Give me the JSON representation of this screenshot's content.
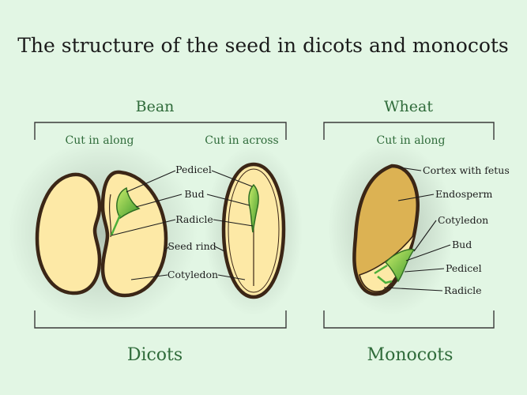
{
  "title": "The structure of the seed in dicots and monocots",
  "bean": {
    "heading": "Bean",
    "cut_along": "Cut in along",
    "cut_across": "Cut in across",
    "labels": {
      "pedicel": "Pedicel",
      "bud": "Bud",
      "radicle": "Radicle",
      "seed_rind": "Seed rind",
      "cotyledon": "Cotyledon"
    },
    "footer": "Dicots"
  },
  "wheat": {
    "heading": "Wheat",
    "cut_along": "Cut in along",
    "labels": {
      "cortex": "Cortex with fetus",
      "endosperm": "Endosperm",
      "cotyledon": "Cotyledon",
      "bud": "Bud",
      "pedicel": "Pedicel",
      "radicle": "Radicle"
    },
    "footer": "Monocots"
  },
  "colors": {
    "background": "#e2f6e4",
    "seed_fill": "#fde9a6",
    "seed_outline": "#3b2616",
    "endosperm": "#dcb253",
    "embryo_green": "#4caf3a",
    "text_green": "#2f6b3a"
  }
}
